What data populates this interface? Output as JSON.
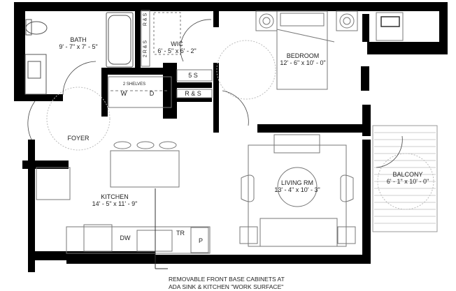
{
  "floorplan": {
    "rooms": [
      {
        "id": "bath",
        "name": "BATH",
        "dims": "9' - 7\" x 7' - 5\""
      },
      {
        "id": "wic",
        "name": "WIC",
        "dims": "6' - 5\" x 6' - 2\""
      },
      {
        "id": "bedroom",
        "name": "BEDROOM",
        "dims": "12' - 6\" x 10' - 0\""
      },
      {
        "id": "foyer",
        "name": "FOYER",
        "dims": ""
      },
      {
        "id": "kitchen",
        "name": "KITCHEN",
        "dims": "14' - 5\" x 11' - 9\""
      },
      {
        "id": "living",
        "name": "LIVING RM",
        "dims": "13' - 4\" x 10' - 3\""
      },
      {
        "id": "balcony",
        "name": "BALCONY",
        "dims": "6' - 1\" x 10' - 0\""
      }
    ],
    "fixture_tags": {
      "shelves": "2 SHELVES",
      "washer": "W",
      "dryer": "D",
      "shelf_5s": "5 S",
      "rod_shelf": "R & S",
      "rod_shelf_top": "R & S",
      "rod_shelf_2": "2 R & S",
      "dishwasher": "DW",
      "trash": "TR",
      "pantry": "P"
    },
    "note": {
      "line1": "REMOVABLE FRONT BASE CABINETS AT",
      "line2": "ADA SINK & KITCHEN \"WORK SURFACE\""
    }
  }
}
